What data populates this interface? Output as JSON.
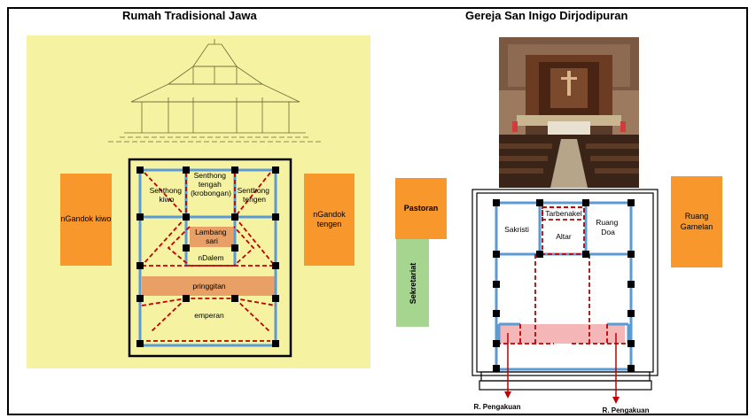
{
  "left": {
    "title": "Rumah Tradisional Jawa",
    "labels": {
      "senthong_kiwo": [
        "Senthong",
        "kiwo"
      ],
      "senthong_tengah": [
        "Senthong",
        "tengah",
        "(krobongan)"
      ],
      "senthong_tengen": [
        "Senthong",
        "tengen"
      ],
      "lambang_sari": [
        "Lambang",
        "sari"
      ],
      "ndalem": "nDalem",
      "pringgitan": "pringgitan",
      "emperan": "emperan",
      "ngandok_kiwo": "nGandok kiwo",
      "ngandok_tengen": "nGandok tengen"
    }
  },
  "right": {
    "title": "Gereja San Inigo Dirjodipuran",
    "labels": {
      "pastoran": "Pastoran",
      "sekretariat": "Sekretariat",
      "tarbenakel": "Tarbenakel",
      "altar": "Altar",
      "sakristi": "Sakristi",
      "ruang_doa": [
        "Ruang",
        "Doa"
      ],
      "ruang_gamelan": "Ruang Gamelan",
      "r_pengakuan_left": "R. Pengakuan",
      "r_pengakuan_right": "R. Pengakuan"
    }
  },
  "colors": {
    "orange": "#f7972c",
    "green": "#a5d58e",
    "yellow": "#f5f3a2",
    "blue_wall": "#5b9bd5",
    "red_dash": "#c00000",
    "pink": "#f4b6b6"
  }
}
